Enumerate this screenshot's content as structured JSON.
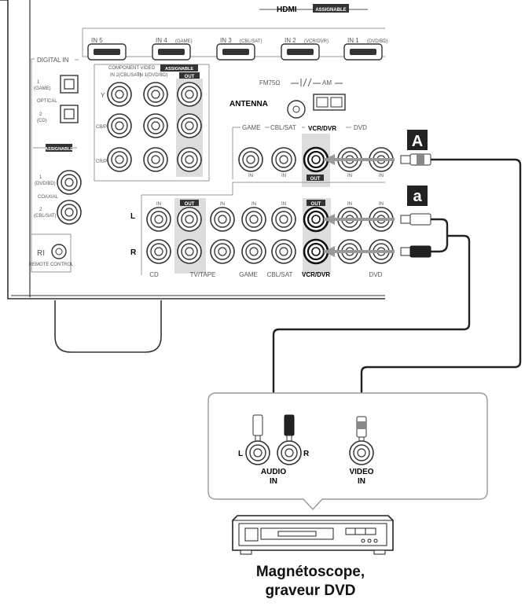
{
  "hdmi": {
    "title": "HDMI",
    "assignable": "ASSIGNABLE",
    "inputs": [
      {
        "label": "IN 5",
        "sub": ""
      },
      {
        "label": "IN 4",
        "sub": "(GAME)"
      },
      {
        "label": "IN 3",
        "sub": "(CBL/SAT)"
      },
      {
        "label": "IN 2",
        "sub": "(VCR/DVR)"
      },
      {
        "label": "IN 1",
        "sub": "(DVD/BD)"
      }
    ]
  },
  "digital_in": {
    "title": "DIGITAL IN",
    "optical": "OPTICAL",
    "opt1": "1",
    "opt1_sub": "(GAME)",
    "opt2": "2",
    "opt2_sub": "(CD)",
    "assignable": "ASSIGNABLE",
    "coaxial": "COAXIAL",
    "coax1": "1",
    "coax1_sub": "(DVD/BD)",
    "coax2": "2",
    "coax2_sub": "(CBL/SAT)"
  },
  "component": {
    "title": "COMPONENT VIDEO",
    "assignable": "ASSIGNABLE",
    "in2": "IN 2(CBL/SAT)",
    "in1": "IN 1(DVD/BD)",
    "out": "OUT",
    "y": "Y",
    "cb": "CB/PB",
    "cr": "CR/PR"
  },
  "antenna": {
    "title": "ANTENNA",
    "fm": "FM75Ω",
    "am": "AM"
  },
  "video_row": {
    "game": "GAME",
    "cbl": "CBL/SAT",
    "vcr": "VCR/DVR",
    "dvd": "DVD",
    "in": "IN",
    "out": "OUT"
  },
  "audio_row": {
    "in": "IN",
    "out": "OUT",
    "l": "L",
    "r": "R",
    "cd": "CD",
    "tv": "TV/TAPE",
    "game": "GAME",
    "cbl": "CBL/SAT",
    "vcr": "VCR/DVR",
    "dvd": "DVD"
  },
  "remote": {
    "ri": "RI",
    "label": "REMOTE CONTROL"
  },
  "markers": {
    "A": "A",
    "a": "a"
  },
  "device": {
    "l": "L",
    "r": "R",
    "audio_in": [
      "AUDIO",
      "IN"
    ],
    "video_in": [
      "VIDEO",
      "IN"
    ]
  },
  "caption": [
    "Magnétoscope,",
    "graveur DVD"
  ]
}
